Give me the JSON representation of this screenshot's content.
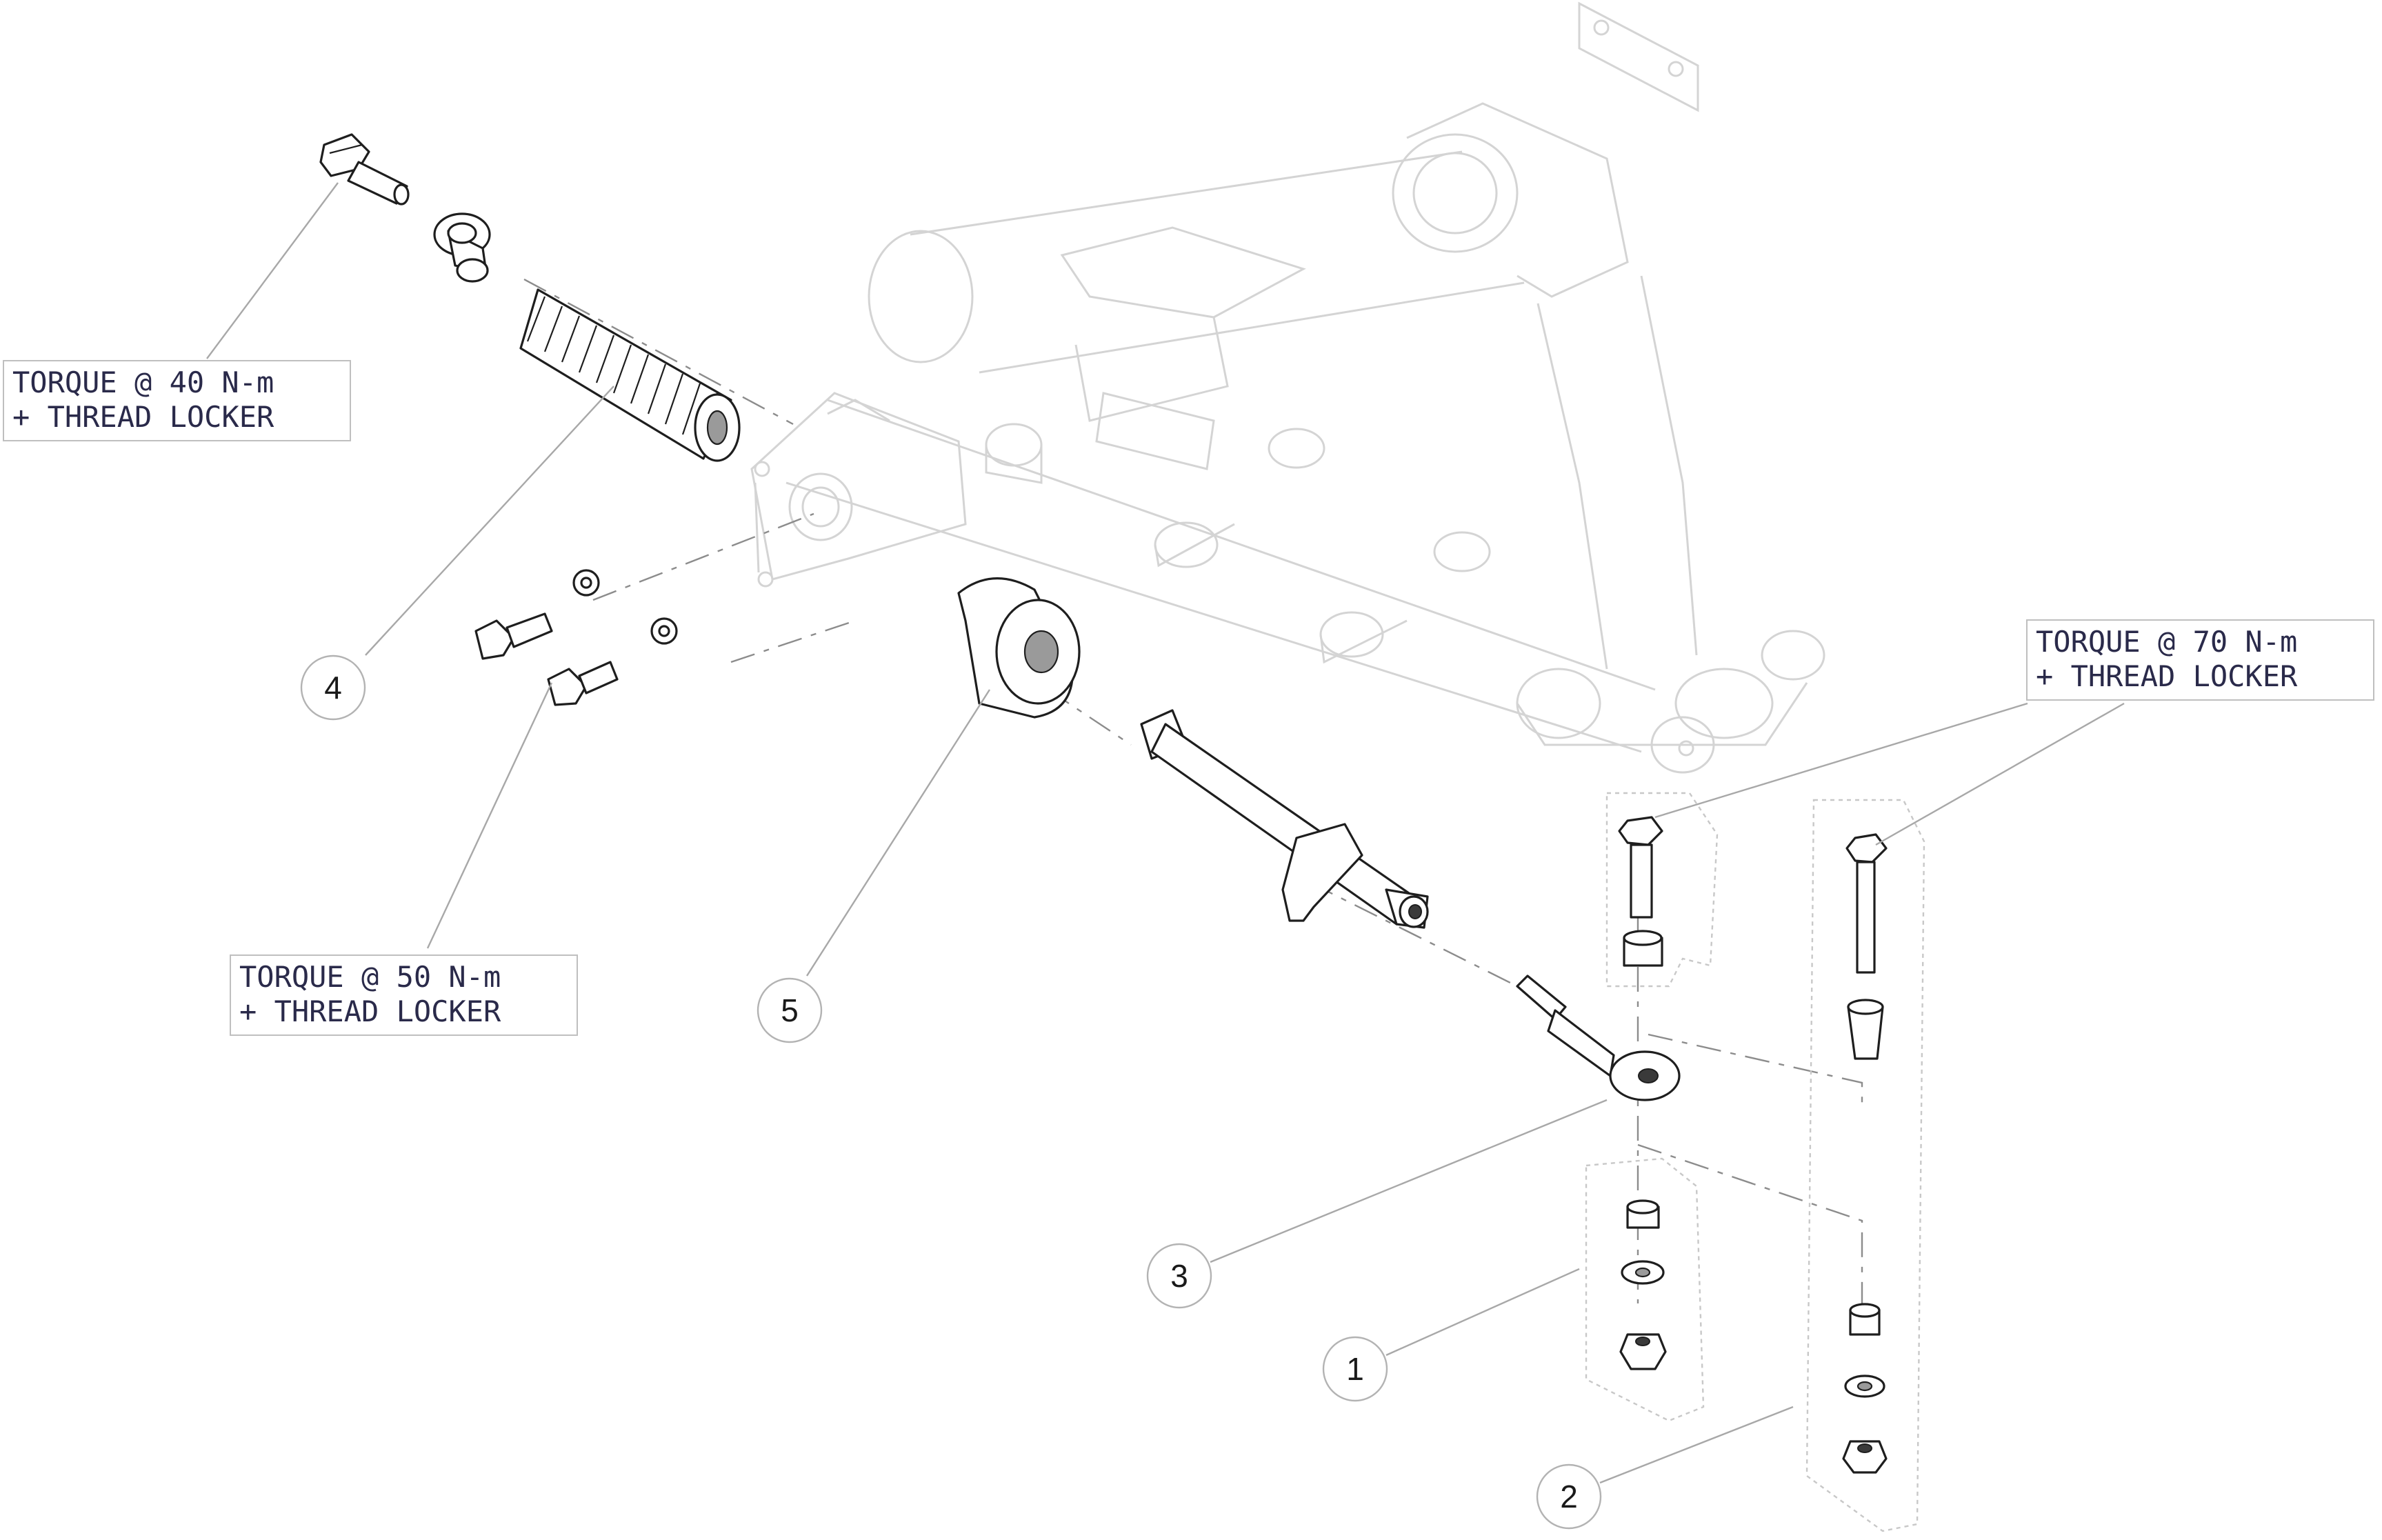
{
  "torque_notes": [
    {
      "id": "torque-40",
      "line1": "TORQUE @ 40 N-m",
      "line2": "+ THREAD LOCKER"
    },
    {
      "id": "torque-50",
      "line1": "TORQUE @ 50 N-m",
      "line2": "+ THREAD LOCKER"
    },
    {
      "id": "torque-70",
      "line1": "TORQUE @ 70 N-m",
      "line2": "+ THREAD LOCKER"
    }
  ],
  "callouts": [
    "1",
    "2",
    "3",
    "4",
    "5"
  ],
  "colors": {
    "text": "#2a2a4a",
    "part_outline": "#1e1e1e",
    "ghost_frame": "#d4d4d4",
    "leader": "#a8a8a8"
  }
}
